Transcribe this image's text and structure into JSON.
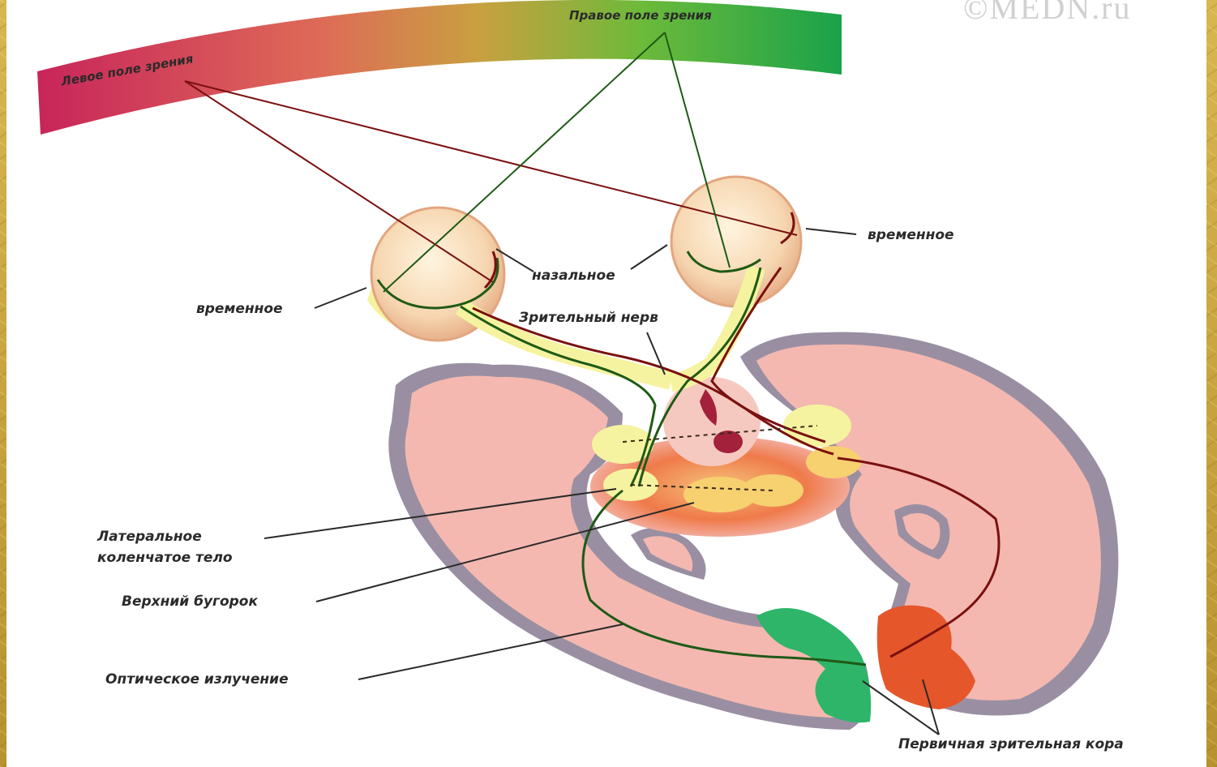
{
  "labels": {
    "left_field": "Левое поле зрения",
    "right_field": "Правое поле зрения",
    "temporal_right": "временное",
    "nasal": "назальное",
    "temporal_left": "временное",
    "optic_nerve": "Зрительный нерв",
    "lgn_line1": "Латеральное",
    "lgn_line2": "коленчатое тело",
    "superior_colliculus": "Верхний бугорок",
    "optic_radiation": "Оптическое излучение",
    "primary_visual_cortex": "Первичная зрительная кора"
  },
  "watermark": "©MEDN.ru",
  "colors": {
    "left_field": "#c8255a",
    "right_field": "#1aa24a",
    "left_pathway": "#7a1010",
    "right_pathway": "#1f5a16",
    "brain_tissue": "#f4b8b0",
    "brain_edge": "#9a8fa2",
    "left_cortex": "#2eb56a",
    "right_cortex": "#e5562a"
  }
}
